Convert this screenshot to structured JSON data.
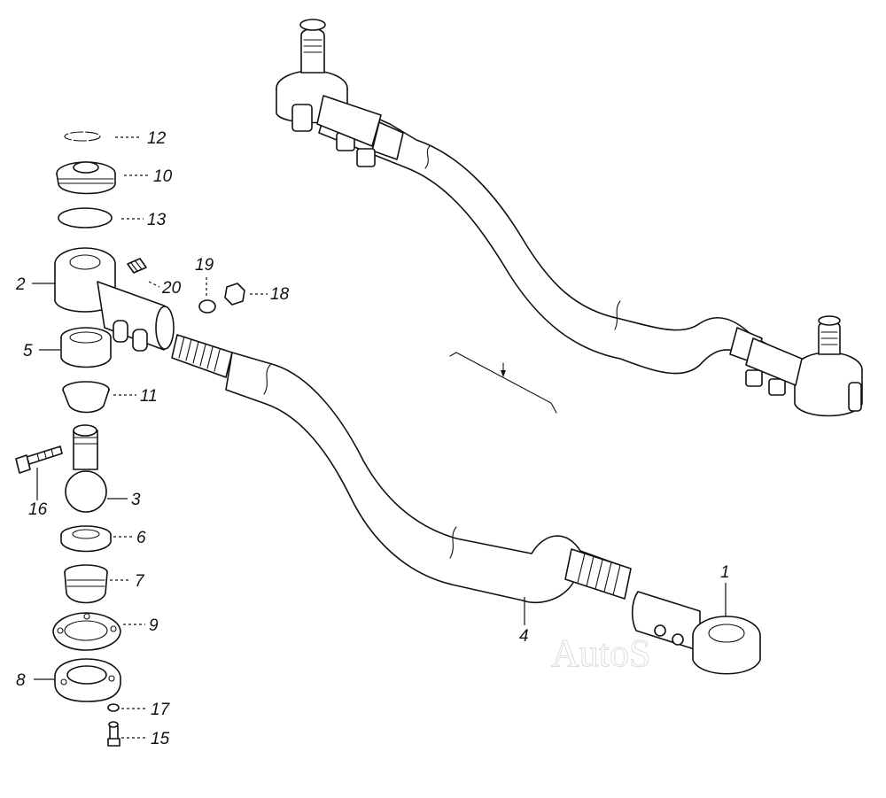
{
  "diagram": {
    "watermark": "AutoS",
    "callouts": [
      {
        "id": "1",
        "label": "1"
      },
      {
        "id": "2",
        "label": "2"
      },
      {
        "id": "3",
        "label": "3"
      },
      {
        "id": "4",
        "label": "4"
      },
      {
        "id": "5",
        "label": "5"
      },
      {
        "id": "6",
        "label": "6"
      },
      {
        "id": "7",
        "label": "7"
      },
      {
        "id": "8",
        "label": "8"
      },
      {
        "id": "9",
        "label": "9"
      },
      {
        "id": "10",
        "label": "10"
      },
      {
        "id": "11",
        "label": "11"
      },
      {
        "id": "12",
        "label": "12"
      },
      {
        "id": "13",
        "label": "13"
      },
      {
        "id": "15",
        "label": "15"
      },
      {
        "id": "16",
        "label": "16"
      },
      {
        "id": "17",
        "label": "17"
      },
      {
        "id": "18",
        "label": "18"
      },
      {
        "id": "19",
        "label": "19"
      },
      {
        "id": "20",
        "label": "20"
      }
    ]
  }
}
